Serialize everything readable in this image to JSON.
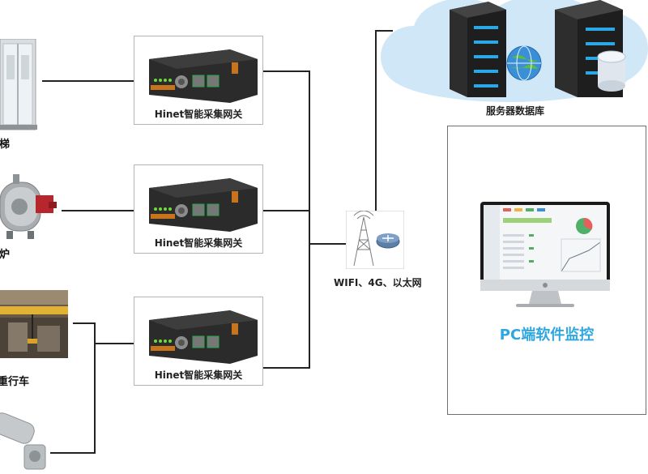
{
  "devices": [
    {
      "label": "电梯"
    },
    {
      "label": "锅炉"
    },
    {
      "label": "起重行车"
    },
    {
      "label": ""
    }
  ],
  "gateways": [
    {
      "label": "Hinet智能采集网关"
    },
    {
      "label": "Hinet智能采集网关"
    },
    {
      "label": "Hinet智能采集网关"
    }
  ],
  "network": {
    "label": "WIFI、4G、以太网"
  },
  "servers": {
    "label": "服务器数据库"
  },
  "pc": {
    "caption": "PC端软件监控"
  },
  "colors": {
    "accent": "#2ea7e0",
    "cloud": "#cfe7f6",
    "router_body": "#2b2b2b",
    "router_orange": "#c8741c",
    "server_body": "#2d2d2d",
    "server_led": "#2aa8e6"
  }
}
